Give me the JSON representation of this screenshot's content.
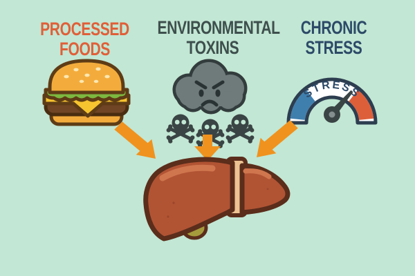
{
  "background_color": "#c2e7d4",
  "causes": [
    {
      "id": "processed-foods",
      "label_line1": "PROCESSED",
      "label_line2": "FOODS",
      "label_color": "#e05f38",
      "icon": "hamburger-icon"
    },
    {
      "id": "environmental-toxins",
      "label_line1": "ENVIRONMENTAL",
      "label_line2": "TOXINS",
      "label_color": "#3e4f4d",
      "icon": "toxic-storm-cloud-icon"
    },
    {
      "id": "chronic-stress",
      "label_line1": "CHRONIC",
      "label_line2": "STRESS",
      "label_color": "#2d4a68",
      "icon": "stress-gauge-icon"
    }
  ],
  "stress_gauge": {
    "label": "STRESS",
    "low_zone_color": "#3f7fae",
    "high_zone_color": "#dd5f3a",
    "outline_color": "#2d3e50",
    "needle_color": "#3a4444"
  },
  "arrows": {
    "count": 3,
    "color": "#f0921e",
    "direction": "converging-on-liver"
  },
  "target_organ": {
    "name": "liver",
    "fill_color": "#b15434",
    "outline_color": "#5b2d1b",
    "ligament_band_color": "#eec493",
    "gallbladder_color": "#a69b3c"
  }
}
